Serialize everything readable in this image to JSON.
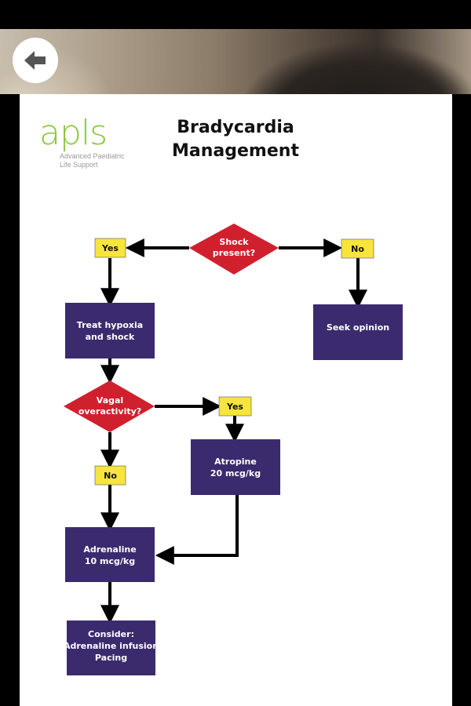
{
  "header": {
    "back_button_icon": "back-arrow-icon"
  },
  "logo": {
    "mark": "apls",
    "subtitle_line1": "Advanced Paediatric",
    "subtitle_line2": "Life Support"
  },
  "title": {
    "line1": "Bradycardia",
    "line2": "Management"
  },
  "flowchart": {
    "shock_question_line1": "Shock",
    "shock_question_line2": "present?",
    "shock_yes": "Yes",
    "shock_no": "No",
    "treat_line1": "Treat hypoxia",
    "treat_line2": "and shock",
    "seek_opinion": "Seek opinion",
    "vagal_question_line1": "Vagal",
    "vagal_question_line2": "overactivity?",
    "vagal_yes": "Yes",
    "vagal_no": "No",
    "atropine_line1": "Atropine",
    "atropine_line2": "20 mcg/kg",
    "adrenaline_line1": "Adrenaline",
    "adrenaline_line2": "10 mcg/kg",
    "consider_line1": "Consider:",
    "consider_line2": "Adrenaline infusion",
    "consider_line3": "Pacing"
  },
  "colors": {
    "decision_fill": "#d0202e",
    "action_fill": "#3c2a6e",
    "label_fill": "#f7e53b",
    "logo_green": "#8cc63f"
  }
}
